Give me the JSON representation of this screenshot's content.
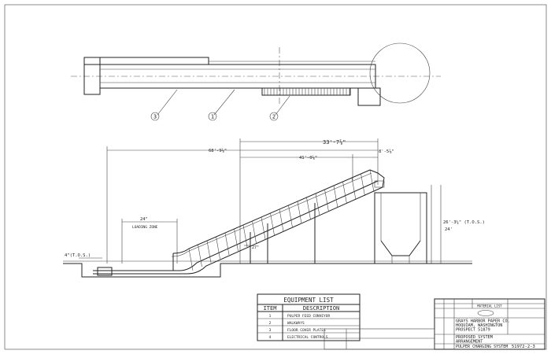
{
  "plan_view": {
    "callouts": [
      "3",
      "1",
      "2"
    ]
  },
  "elevation": {
    "dim_overall_1": "68'-9⅞\"",
    "dim_overall_2": "33'-7⅞\"",
    "dim_3": "41'-0⅞\"",
    "dim_4": "8'-5⅞\"",
    "dim_height_1": "26'-3¼\" (T.O.S.)",
    "dim_height_2": "24'",
    "dim_24": "24\"",
    "loading_zone": "LOADING ZONE",
    "dim_27": "27\"",
    "tos_left": "4\"(T.O.S.)"
  },
  "equipment_list": {
    "title": "EQUIPMENT LIST",
    "col_item": "ITEM",
    "col_desc": "DESCRIPTION",
    "rows": [
      {
        "item": "1",
        "desc": "PULPER FEED CONVEYOR"
      },
      {
        "item": "2",
        "desc": "WALKWAYS"
      },
      {
        "item": "3",
        "desc": "FLOOR COVER PLATES"
      },
      {
        "item": "4",
        "desc": "ELECTRICAL CONTROLS"
      }
    ]
  },
  "title_block": {
    "material_list": "MATERIAL LIST",
    "company_1": "GRAYS HARBOR PAPER CO.",
    "company_2": "HOQUIAM, WASHINGTON",
    "company_3": "PROSPECT 51879",
    "title_1": "PROPOSED SYSTEM",
    "title_2": "ARRANGEMENT",
    "title_3": "PULPER CHARGING SYSTEM",
    "drawing_no": "51972-2-3"
  }
}
